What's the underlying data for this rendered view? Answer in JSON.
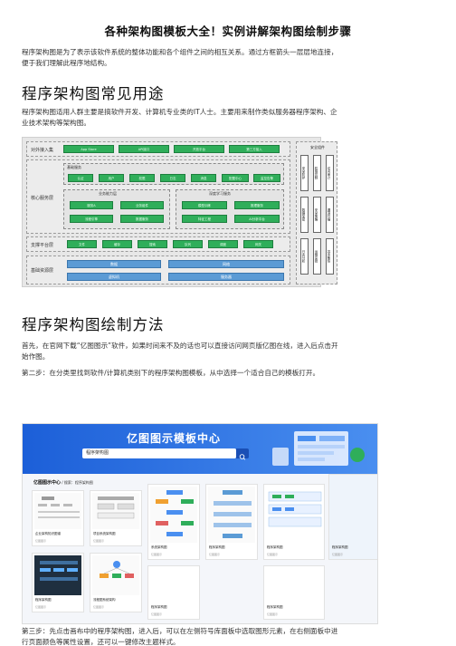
{
  "doc": {
    "title": "各种架构图模板大全！实例讲解架构图绘制步骤",
    "intro": "程序架构图是为了表示该软件系统的整体功能和各个组件之间的相互关系。通过方框箭头一层层地连接，便于我们理解此程序地结构。",
    "h_usage": "程序架构图常见用途",
    "usage": "程序架构图适用人群主要是搞软件开发、计算机专业类的IT人士。主要用来制作类似服务器程序架构、企业技术架构等架构图。",
    "h_method": "程序架构图绘制方法",
    "step1": "首先，在官网下载“亿图图示”软件，如果时间来不及的话也可以直接访问网页版亿图在线，进入后点击开始作图。",
    "step2": "第二步：在分类里找到软件/计算机类别下的程序架构图模板，从中选择一个适合自己的模板打开。",
    "step3": "第三步：先点击画布中的程序架构图，进入后，可以在左侧符号库面板中选取图形元素，在右侧面板中进行页面颜色等属性设置，还可以一键修改主题样式。"
  },
  "diagram": {
    "rows": [
      {
        "label": "对外接入集",
        "items": [
          "App Store",
          "API接口",
          "开放平台",
          "第三方接入"
        ]
      },
      {
        "label": "核心服务层",
        "group": "基础服务",
        "items": [
          "认证",
          "用户",
          "权限",
          "日志",
          "消息",
          "配置中心",
          "监控告警"
        ],
        "sub1": {
          "label": "业务能力层",
          "items": [
            "服务A",
            "业务组件",
            "流程引擎",
            "数据服务"
          ]
        },
        "sub2": {
          "label": "深度学习服务",
          "items": [
            "模型训练",
            "推理服务",
            "特征工程",
            "AI分析平台"
          ]
        }
      },
      {
        "label": "支撑平台层",
        "items": [
          "文件",
          "缓存",
          "搜索",
          "队列",
          "调度",
          "网关"
        ]
      },
      {
        "label": "基础资源层",
        "items": [
          "数据",
          "网络",
          "虚拟机",
          "服务器"
        ]
      }
    ],
    "side": {
      "label": "安全组件",
      "items": [
        "安全防护",
        "权限控制",
        "访问审计",
        "数据加密",
        "安全策略",
        "漏洞扫描",
        "日志分析",
        "运维监控",
        "容灾备份"
      ]
    }
  },
  "shot": {
    "banner_title": "亿图图示模板中心",
    "search_text": "程序架构图",
    "crumb_title": "亿图图示中心",
    "crumb_path": "/ 搜索：程序架构图",
    "cards": [
      {
        "t": "企业架构知识图谱",
        "m": "亿图图示"
      },
      {
        "t": "项目系统架构图",
        "m": "亿图图示"
      },
      {
        "t": "系统架构图",
        "m": "亿图图示"
      },
      {
        "t": "程序架构图",
        "m": "亿图图示"
      },
      {
        "t": "程序架构图",
        "m": "亿图图示"
      },
      {
        "t": "程序架构图",
        "m": "亿图图示"
      },
      {
        "t": "程序架构图",
        "m": "亿图图示"
      },
      {
        "t": "流程图系统架构",
        "m": "亿图图示"
      },
      {
        "t": "程序架构图",
        "m": "亿图图示"
      },
      {
        "t": "程序架构图",
        "m": "亿图图示"
      }
    ]
  }
}
